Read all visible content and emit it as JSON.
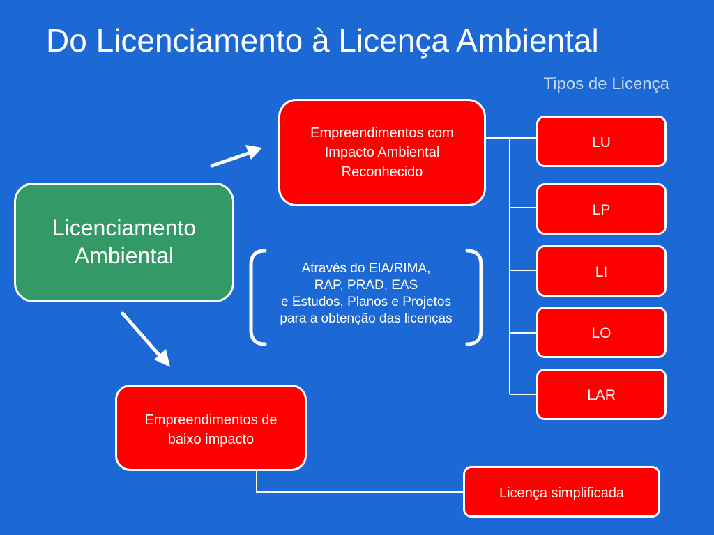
{
  "title": "Do Licenciamento à Licença Ambiental",
  "subtitle": "Tipos de Licença",
  "diagram": {
    "main_node": "Licenciamento\nAmbiental",
    "high_impact_node": "Empreendimentos com\nImpacto Ambiental\nReconhecido",
    "low_impact_node": "Empreendimentos de\nbaixo impacto",
    "studies_note": "Através do EIA/RIMA,\nRAP, PRAD, EAS\ne Estudos, Planos e Projetos\npara a obtenção das licenças",
    "licenses": [
      "LU",
      "LP",
      "LI",
      "LO",
      "LAR"
    ],
    "simplified_license": "Licença simplificada"
  },
  "colors": {
    "background": "#1c68d4",
    "license_box": "#ff0000",
    "main_box": "#339966",
    "stroke": "#ffffff"
  }
}
